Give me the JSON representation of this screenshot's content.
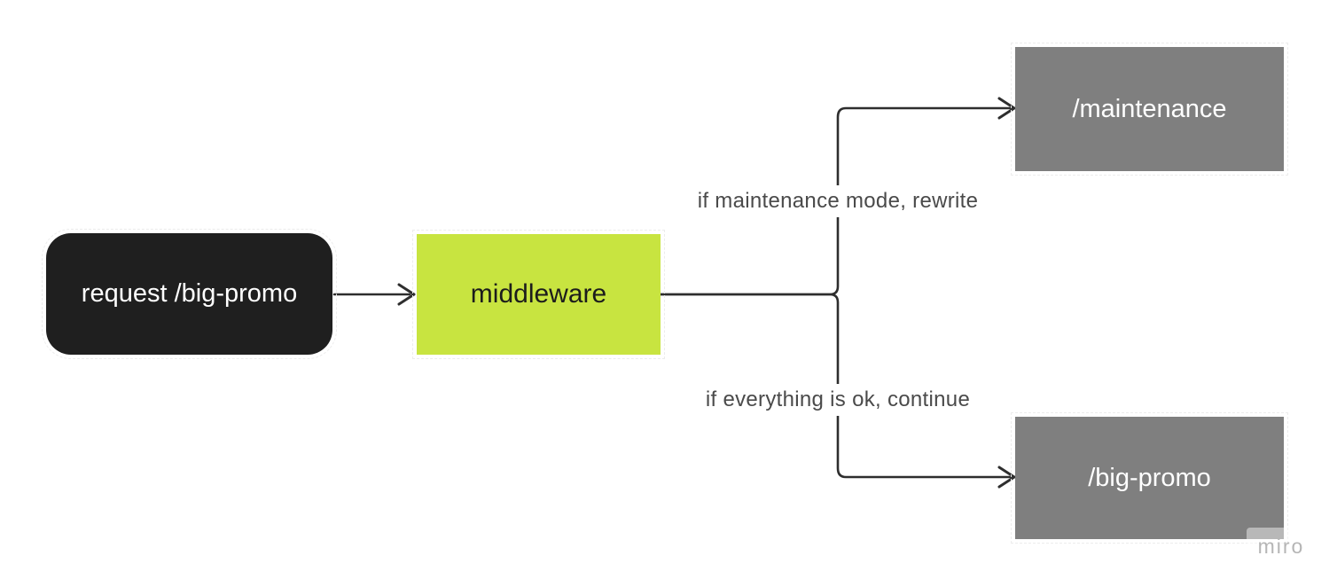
{
  "diagram": {
    "nodes": [
      {
        "id": "request",
        "label": "request /big-promo",
        "shape": "rounded-rect",
        "bg": "#1f1f1f",
        "text_color": "#ffffff"
      },
      {
        "id": "middleware",
        "label": "middleware",
        "shape": "rect",
        "bg": "#c8e440",
        "text_color": "#1c1c1c"
      },
      {
        "id": "maintenance",
        "label": "/maintenance",
        "shape": "rect",
        "bg": "#7f7f7f",
        "text_color": "#ffffff"
      },
      {
        "id": "big-promo",
        "label": "/big-promo",
        "shape": "rect",
        "bg": "#7f7f7f",
        "text_color": "#ffffff"
      }
    ],
    "edges": [
      {
        "from": "request",
        "to": "middleware",
        "label": ""
      },
      {
        "from": "middleware",
        "to": "maintenance",
        "label": "if maintenance mode, rewrite"
      },
      {
        "from": "middleware",
        "to": "big-promo",
        "label": "if everything is ok, continue"
      }
    ],
    "colors": {
      "connector": "#2e2e2e",
      "edge_label_text": "#4a4a4a",
      "canvas_bg": "#ffffff",
      "watermark_text": "#b5b5b5"
    },
    "watermark": "miro"
  }
}
